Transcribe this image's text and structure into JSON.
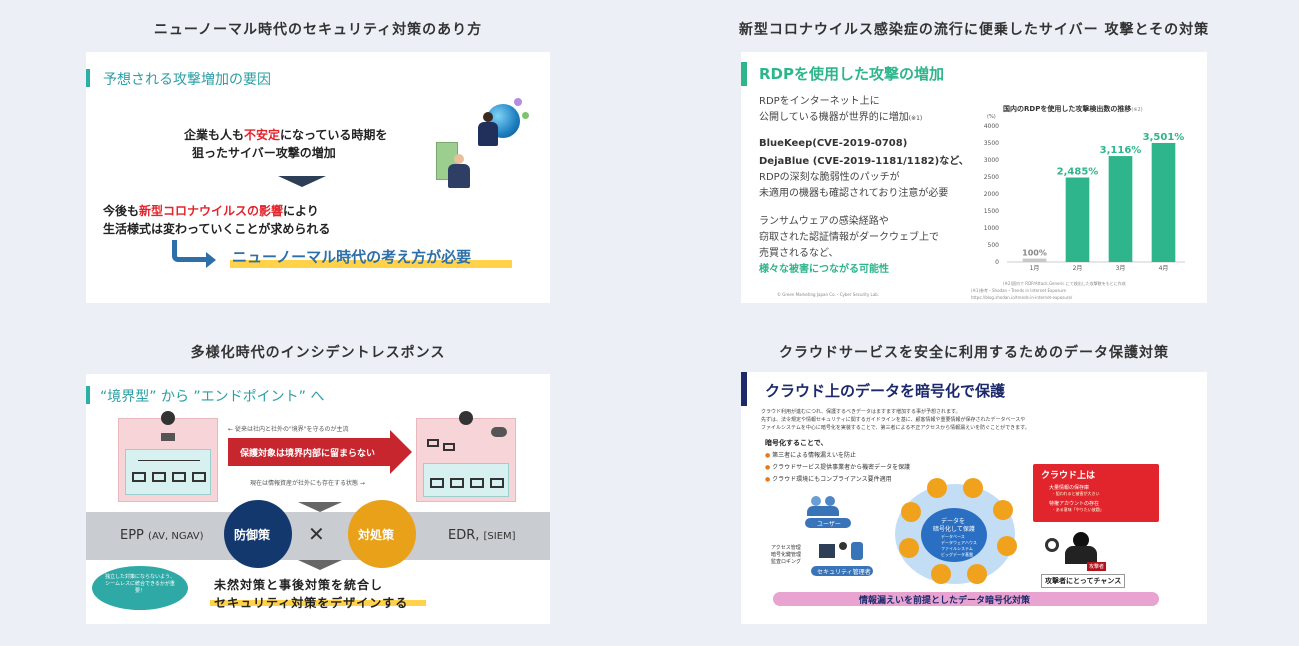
{
  "cards": [
    {
      "title": "ニューノーマル時代のセキュリティ対策のあり方",
      "slide": {
        "heading": "予想される攻撃増加の要因",
        "line1a": "企業も人も",
        "line1b": "不安定",
        "line1c": "になっている時期を",
        "line2": "狙ったサイバー攻撃の増加",
        "line3a": "今後も",
        "line3b": "新型コロナウイルスの影響",
        "line3c": "により",
        "line4": "生活様式は変わっていくことが求められる",
        "conclusion": "ニューノーマル時代の考え方が必要"
      }
    },
    {
      "title": "新型コロナウイルス感染症の流行に便乗したサイバー 攻撃とその対策",
      "slide": {
        "heading": "RDPを使用した攻撃の増加",
        "p1a": "RDPをインターネット上に",
        "p1b": "公開している機器が世界的に増加",
        "p1note": "(※1)",
        "p2a": "BlueKeep(CVE-2019-0708)",
        "p2b": "DejaBlue (CVE-2019-1181/1182)など、",
        "p2c": "RDPの深刻な脆弱性のパッチが",
        "p2d": "未適用の機器も確認されており注意が必要",
        "p3a": "ランサムウェアの感染経路や",
        "p3b": "窃取された認証情報がダークウェブ上で",
        "p3c": "売買されるなど、",
        "p3d": "様々な被害につながる可能性",
        "footer_left": "© Green Marketing Japan Co.・Cyber Security Lab.",
        "footer_mid": "(※1)参考・Shodan・Trends in Internet Exposure",
        "footer_url": "https://blog.shodan.io/trends-in-internet-exposure/",
        "chart_note": "(※2)国内で RDP/Attack.Generic にて検出した攻撃数をもとに作成",
        "chart_data": {
          "type": "bar",
          "title": "国内のRDPを使用した攻撃検出数の推移",
          "title_note": "(※2)",
          "ylabel": "(%)",
          "categories": [
            "1月",
            "2月",
            "3月",
            "4月"
          ],
          "values": [
            100,
            2485,
            3116,
            3501
          ],
          "labels": [
            "100%",
            "2,485%",
            "3,116%",
            "3,501%"
          ],
          "ylim": [
            0,
            4000
          ],
          "yticks": [
            "0",
            "500",
            "1000",
            "1500",
            "2000",
            "2500",
            "3000",
            "3500",
            "4000"
          ],
          "colors": {
            "first": "#c8c8c8",
            "rest": "#2fb58c"
          }
        }
      }
    },
    {
      "title": "多様化時代のインシデントレスポンス",
      "slide": {
        "heading": "“境界型” から ”エンドポイント” へ",
        "note_top": "従来は社内と社外の\"境界\"を守るのが主流",
        "arrow_text": "保護対象は境界内部に留まらない",
        "note_bottom": "現在は情報資産が社外にも存在する状態",
        "left_label_main": "EPP",
        "left_label_sub": "(AV, NGAV)",
        "circle_left": "防御策",
        "cross": "✕",
        "circle_right": "対処策",
        "right_label_main": "EDR,",
        "right_label_sub": "[SIEM]",
        "bubble": "独立した対策にならないよう、シームレスに統合できるかが重要！",
        "conclusion1": "未然対策と事後対策を統合し",
        "conclusion2": "セキュリティ対策をデザインする"
      }
    },
    {
      "title": "クラウドサービスを安全に利用するためのデータ保護対策",
      "slide": {
        "heading": "クラウド上のデータを暗号化で保護",
        "intro1": "クラウド利用が進むにつれ、保護するべきデータはますます増加する事が予想されます。",
        "intro2": "先ずは、法令規定や情報セキュリティに関するガイドラインを基に、顧客情報や重要情報が保存されたデータベースや",
        "intro3": "ファイルシステムを中心に暗号化を実装することで、第三者による不正アクセスから情報漏えいを防ぐことができます。",
        "sub": "暗号化することで、",
        "bullets": [
          "第三者による情報漏えいを防止",
          "クラウドサービス提供事業者から機密データを保護",
          "クラウド環境にもコンプライアンス要件適用"
        ],
        "user_label": "ユーザー",
        "admin_items": [
          "アクセス管理",
          "暗号化鍵管理",
          "監査ロギング"
        ],
        "admin_label": "セキュリティ管理者",
        "center1": "データを",
        "center2": "暗号化して保護",
        "center_list": [
          "データベース",
          "データウェアハウス",
          "ファイルシステム",
          "ビッグデータ基盤"
        ],
        "red_title": "クラウド上は",
        "red_items": [
          "大量情報の保存庫",
          "- 狙われると被害が大きい",
          "特権アカウントの存在",
          "- ある意味「やりたい放題」"
        ],
        "attacker_label": "攻撃者",
        "chance": "攻撃者にとってチャンス",
        "footer": "情報漏えいを前提としたデータ暗号化対策"
      }
    }
  ]
}
